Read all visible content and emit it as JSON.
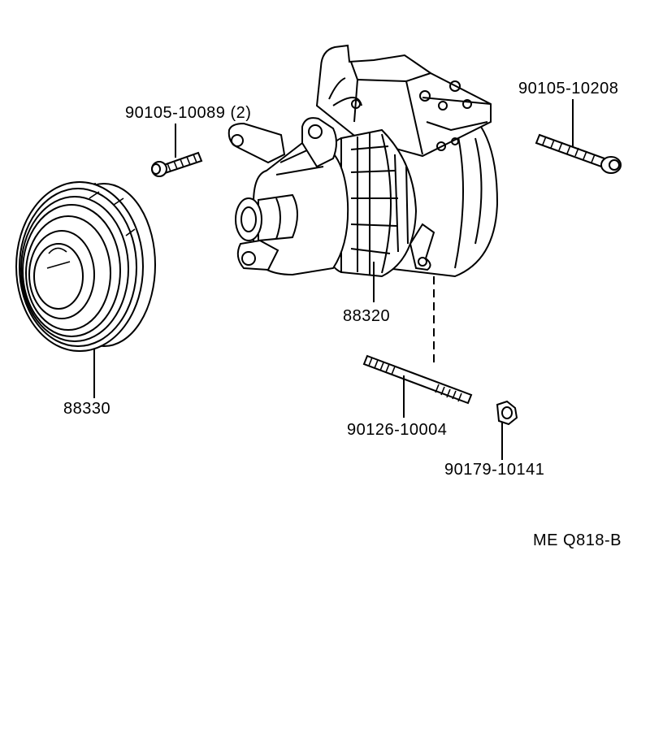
{
  "parts": [
    {
      "id": "p1",
      "number": "90105-10089 (2)"
    },
    {
      "id": "p2",
      "number": "90105-10208"
    },
    {
      "id": "p3",
      "number": "88320"
    },
    {
      "id": "p4",
      "number": "88330"
    },
    {
      "id": "p5",
      "number": "90126-10004"
    },
    {
      "id": "p6",
      "number": "90179-10141"
    }
  ],
  "diagram_code": "ME Q818-B"
}
